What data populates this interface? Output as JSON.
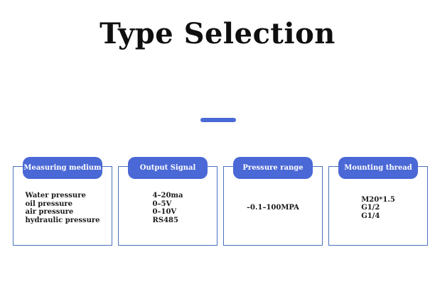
{
  "title": "Type Selection",
  "colors": {
    "accent": "#4a68d6",
    "card_border": "#4a70bd",
    "title_text": "#0f0f0f",
    "body_text": "#1a1a1a"
  },
  "cards": [
    {
      "header": "Measuring medium",
      "lines": [
        "Water pressure",
        "oil pressure",
        "air pressure",
        "hydraulic pressure"
      ]
    },
    {
      "header": "Output Signal",
      "lines": [
        "4–20ma",
        "0–5V",
        "0–10V",
        "RS485"
      ]
    },
    {
      "header": "Pressure range",
      "lines": [
        "–0.1–100MPA"
      ]
    },
    {
      "header": "Mounting thread",
      "lines": [
        "M20*1.5",
        "G1/2",
        "G1/4"
      ]
    }
  ]
}
